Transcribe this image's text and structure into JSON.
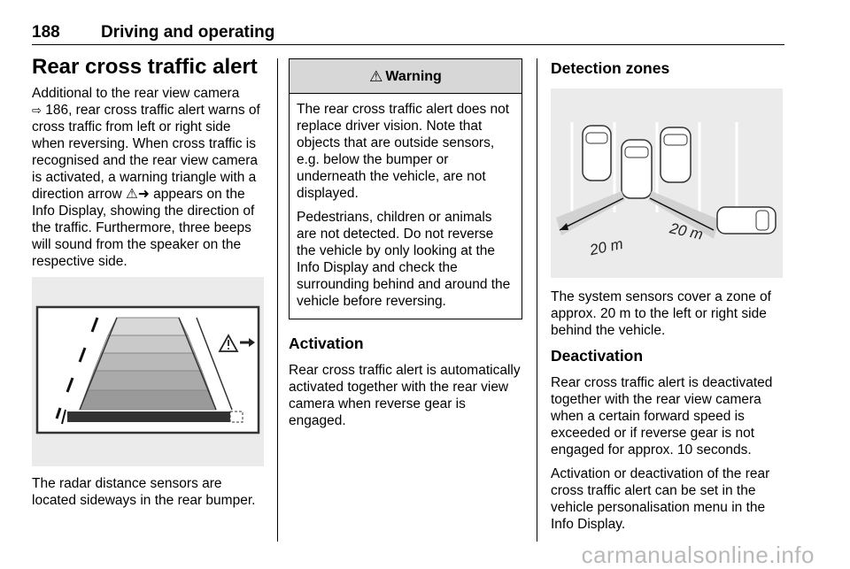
{
  "header": {
    "page_number": "188",
    "section": "Driving and operating"
  },
  "col1": {
    "title": "Rear cross traffic alert",
    "intro_a": "Additional to the rear view camera",
    "ref_icon": "page-ref-arrow",
    "intro_b": " 186, rear cross traffic alert warns of cross traffic from left or right side when reversing. When cross traffic is recognised and the rear view camera is activated, a warning triangle with a direction arrow ",
    "direction_icon": "⚠➜",
    "intro_c": " appears on the Info Display, showing the direction of the traffic. Furthermore, three beeps will sound from the speaker on the respective side.",
    "caption": "The radar distance sensors are located sideways in the rear bumper."
  },
  "col2": {
    "warning_title": "Warning",
    "warning_icon": "warning-triangle",
    "warning_p1": "The rear cross traffic alert does not replace driver vision. Note that objects that are outside sensors, e.g. below the bumper or underneath the vehicle, are not displayed.",
    "warning_p2": "Pedestrians, children or animals are not detected. Do not reverse the vehicle by only looking at the Info Display and check the surrounding behind and around the vehicle before reversing.",
    "activation_title": "Activation",
    "activation_text": "Rear cross traffic alert is automatically activated together with the rear view camera when reverse gear is engaged."
  },
  "col3": {
    "detection_title": "Detection zones",
    "zone_label_left": "20 m",
    "zone_label_right": "20 m",
    "detection_text": "The system sensors cover a zone of approx. 20 m to the left or right side behind the vehicle.",
    "deactivation_title": "Deactivation",
    "deactivation_p1": "Rear cross traffic alert is deactivated together with the rear view camera when a certain forward speed is exceeded or if reverse gear is not engaged for approx. 10 seconds.",
    "deactivation_p2": "Activation or deactivation of the rear cross traffic alert can be set in the vehicle personalisation menu in the Info Display."
  },
  "watermark": "carmanualsonline.info"
}
